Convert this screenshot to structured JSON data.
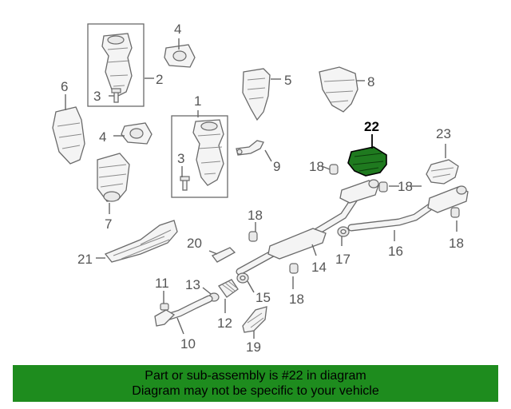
{
  "labels": {
    "l1": "1",
    "l2": "2",
    "l3a": "3",
    "l3b": "3",
    "l4a": "4",
    "l4b": "4",
    "l5": "5",
    "l6": "6",
    "l7": "7",
    "l8": "8",
    "l9": "9",
    "l10": "10",
    "l11": "11",
    "l12": "12",
    "l13": "13",
    "l14": "14",
    "l15": "15",
    "l16": "16",
    "l17": "17",
    "l18a": "18",
    "l18b": "18",
    "l18c": "18",
    "l18d": "18",
    "l18e": "18",
    "l19": "19",
    "l20": "20",
    "l21": "21",
    "l22": "22",
    "l23": "23"
  },
  "highlight": {
    "part_number": "22",
    "color": "#1f7a1f"
  },
  "banner": {
    "line1": "Part or sub-assembly is #22 in diagram",
    "line2": "Diagram may not be specific to your vehicle",
    "background": "#1e8c1e"
  }
}
